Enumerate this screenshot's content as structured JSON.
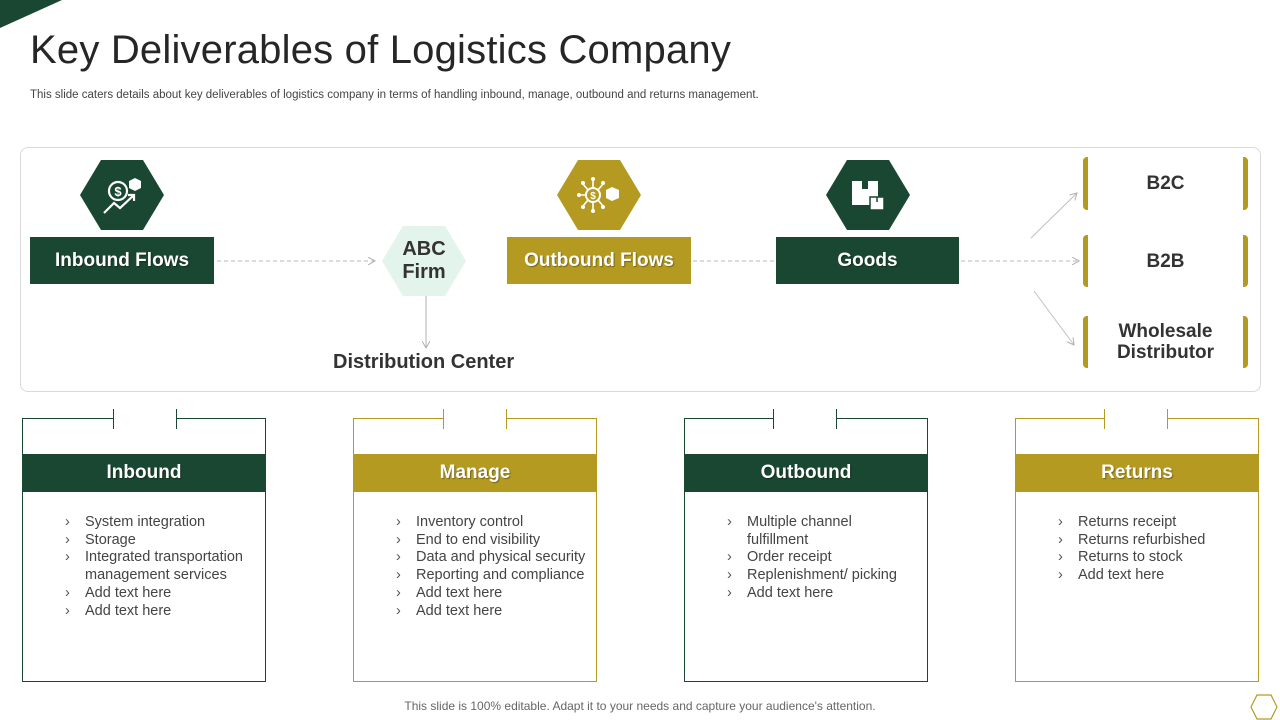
{
  "colors": {
    "green": "#1a4731",
    "gold": "#b59a22",
    "mint": "#e3f4ec"
  },
  "title": "Key Deliverables of Logistics Company",
  "subtitle": "This slide caters details about key deliverables of logistics company in terms of handling inbound, manage, outbound and returns management.",
  "flow": {
    "inbound_label": "Inbound Flows",
    "abc_line1": "ABC",
    "abc_line2": "Firm",
    "distribution_label": "Distribution Center",
    "outbound_label": "Outbound Flows",
    "goods_label": "Goods",
    "icons": [
      "dollar-growth-icon",
      "dollar-network-icon",
      "package-boxes-icon"
    ],
    "destinations": [
      "B2C",
      "B2B",
      "Wholesale Distributor"
    ]
  },
  "cards": [
    {
      "title": "Inbound",
      "items": [
        "System integration",
        "Storage",
        "Integrated transportation management services",
        "Add text here",
        "Add text here"
      ]
    },
    {
      "title": "Manage",
      "items": [
        "Inventory control",
        "End to end visibility",
        "Data and physical security",
        "Reporting and compliance",
        "Add text here",
        "Add text here"
      ]
    },
    {
      "title": "Outbound",
      "items": [
        "Multiple channel fulfillment",
        "Order receipt",
        "Replenishment/ picking",
        "Add text here"
      ]
    },
    {
      "title": "Returns",
      "items": [
        "Returns receipt",
        "Returns refurbished",
        "Returns to stock",
        "Add text here"
      ]
    }
  ],
  "footer": "This slide is 100% editable. Adapt it to your needs and capture your audience's attention."
}
